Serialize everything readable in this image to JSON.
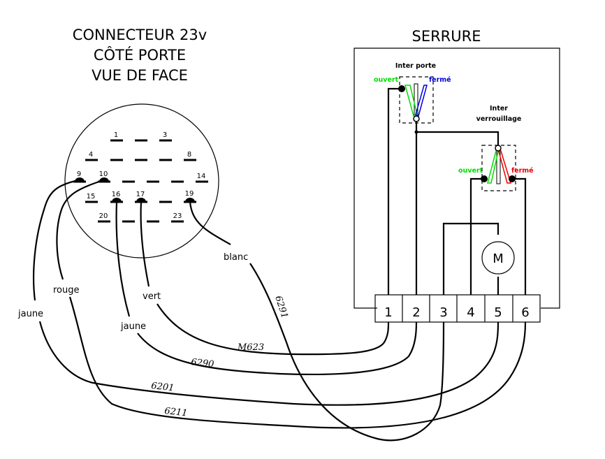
{
  "connector": {
    "title_lines": [
      "CONNECTEUR 23v",
      "CÔTÉ PORTE",
      "VUE DE FACE"
    ],
    "pin_labels": [
      "1",
      "3",
      "4",
      "8",
      "9",
      "10",
      "14",
      "15",
      "16",
      "17",
      "19",
      "20",
      "23"
    ],
    "used_pins": [
      "9",
      "10",
      "16",
      "17",
      "19"
    ]
  },
  "lock": {
    "title": "SERRURE",
    "door_switch": {
      "title": "Inter porte",
      "open": "ouvert",
      "closed": "fermé"
    },
    "lock_switch": {
      "title_line1": "Inter",
      "title_line2": "verrouillage",
      "open": "ouvert",
      "closed": "fermé"
    },
    "motor_label": "M",
    "terminals": [
      "1",
      "2",
      "3",
      "4",
      "5",
      "6"
    ]
  },
  "wires": {
    "pin9_color": "jaune",
    "pin10_color": "rouge",
    "pin16_color": "jaune",
    "pin17_color": "vert",
    "pin19_color": "blanc",
    "code_m623": "M623",
    "code_6290": "6290",
    "code_6201": "6201",
    "code_6211": "6211",
    "code_6291": "6291"
  },
  "colors": {
    "open": "#00dd00",
    "closed_door": "#0000dd",
    "closed_lock": "#ee0000"
  }
}
